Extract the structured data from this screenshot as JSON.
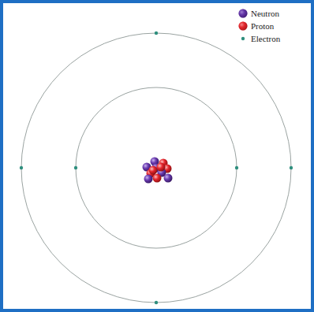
{
  "diagram": {
    "legend": [
      {
        "text": "Neutron",
        "color": "#5a2d9c"
      },
      {
        "text": "Proton",
        "color": "#e0262c"
      },
      {
        "text": "Electron",
        "color": "#2f8f7e"
      }
    ]
  }
}
